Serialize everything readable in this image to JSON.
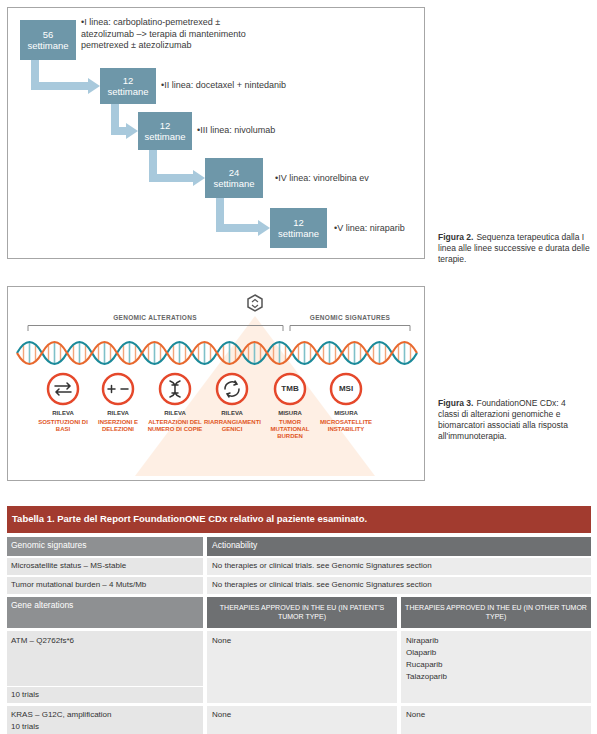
{
  "diagram": {
    "nodes": [
      {
        "text": [
          "56 settimane"
        ]
      },
      {
        "text": [
          "12 settimane"
        ]
      },
      {
        "text": [
          "12 settimane"
        ]
      },
      {
        "text": [
          "24 settimane"
        ]
      },
      {
        "text": [
          "12 settimane"
        ]
      },
      {
        "text": [
          "RILEVA",
          "SOSTITUZIONI DI BASI"
        ]
      },
      {
        "text": [
          "RILEVA",
          "INSERZIONI E DELEZIONI"
        ]
      },
      {
        "text": [
          "RILEVA",
          "ALTERAZIONI DEL NUMERO DI COPIE"
        ]
      },
      {
        "text": [
          "RILEVA",
          "RIARRANGIAMENTI GENICI"
        ]
      },
      {
        "text": [
          "TMB",
          "MISURA",
          "TUMOR MUTATIONAL BURDEN"
        ]
      },
      {
        "text": [
          "MSI",
          "MISURA",
          "MICROSATELLITE INSTABILITY"
        ]
      }
    ],
    "edges": [
      {
        "from": 0,
        "to": 1,
        "arrow": "to"
      },
      {
        "from": 1,
        "to": 2,
        "arrow": "to"
      },
      {
        "from": 2,
        "to": 3,
        "arrow": "to"
      },
      {
        "from": 3,
        "to": 4,
        "arrow": "to"
      }
    ],
    "labels": [
      "•I linea: carboplatino-pemetrexed ± atezolizumab –> terapia di mantenimento pemetrexed ± atezolizumab",
      "•II linea: docetaxel + nintedanib",
      "•III linea: nivolumab",
      "•IV linea: vinorelbina ev",
      "•V linea: niraparib",
      "Figura 2.",
      "Sequenza terapeutica dalla I linea alle linee successive e durata delle terapie.",
      "GENOMIC ALTERATIONS",
      "GENOMIC SIGNATURES",
      "Figura 3.",
      "FoundationONE CDx: 4 classi di alterazioni genomiche e biomarcatori associati alla risposta all'immunoterapia.",
      "Tabella 1. Parte del Report FoundationONE CDx relativo al paziente esaminato.",
      "Genomic signatures",
      "Actionability",
      "Microsatellite status – MS-stable",
      "No therapies or clinical trials. see Genomic Signatures section",
      "Tumor mutational burden – 4 Muts/Mb",
      "No therapies or clinical trials. see Genomic Signatures section",
      "Gene alterations",
      "THERAPIES APPROVED IN THE EU (IN PATIENT'S TUMOR TYPE)",
      "THERAPIES APPROVED IN THE EU (IN OTHER TUMOR TYPE)",
      "ATM – Q2762fs*6",
      "10 trials",
      "None",
      "Niraparib",
      "Olaparib",
      "Rucaparib",
      "Talazoparib",
      "KRAS – G12C, amplification",
      "10 trials",
      "None",
      "None"
    ]
  }
}
